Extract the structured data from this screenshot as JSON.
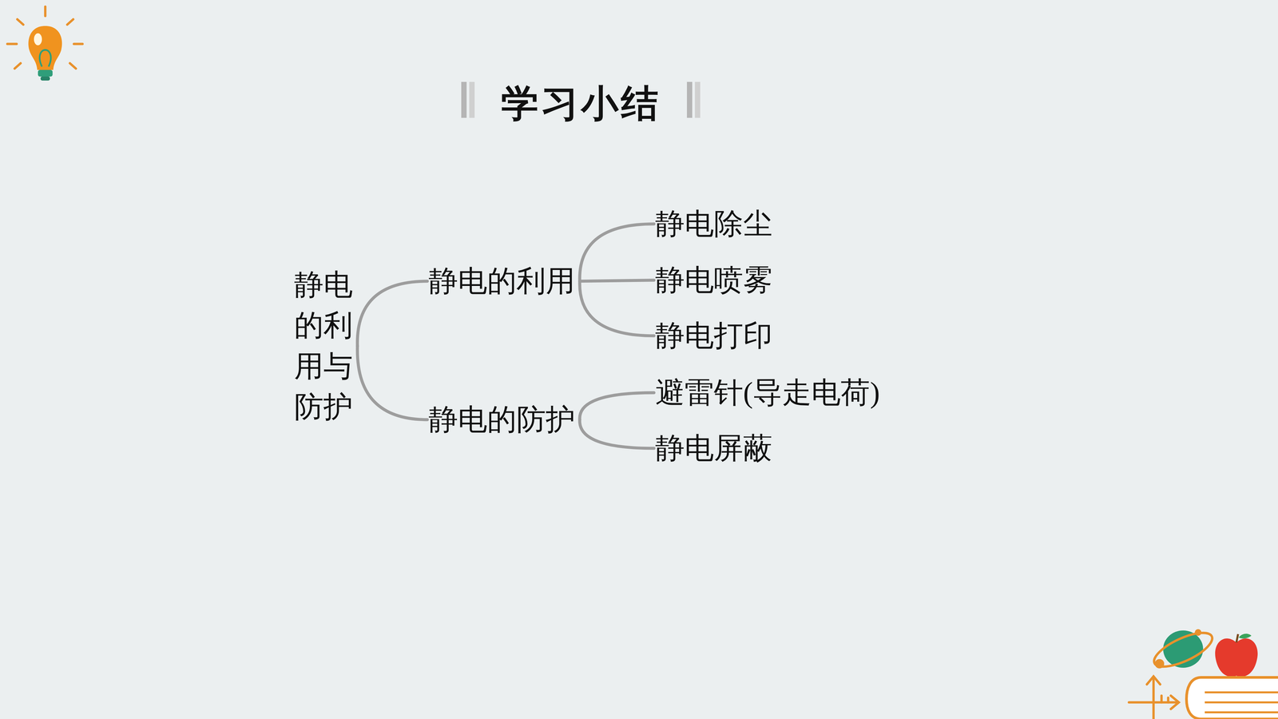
{
  "diagram": {
    "title": "学习小结",
    "nodes": [
      {
        "text": [
          "静电的利用与防护"
        ]
      },
      {
        "text": [
          "静电的利用"
        ]
      },
      {
        "text": [
          "静电的防护"
        ]
      },
      {
        "text": [
          "静电除尘"
        ]
      },
      {
        "text": [
          "静电喷雾"
        ]
      },
      {
        "text": [
          "静电打印"
        ]
      },
      {
        "text": [
          "避雷针(导走电荷)"
        ]
      },
      {
        "text": [
          "静电屏蔽"
        ]
      }
    ],
    "edges": [
      {
        "from": 0,
        "to": 1,
        "arrow": "none"
      },
      {
        "from": 0,
        "to": 2,
        "arrow": "none"
      },
      {
        "from": 1,
        "to": 3,
        "arrow": "none"
      },
      {
        "from": 1,
        "to": 4,
        "arrow": "none"
      },
      {
        "from": 1,
        "to": 5,
        "arrow": "none"
      },
      {
        "from": 2,
        "to": 6,
        "arrow": "none"
      },
      {
        "from": 2,
        "to": 7,
        "arrow": "none"
      }
    ]
  }
}
